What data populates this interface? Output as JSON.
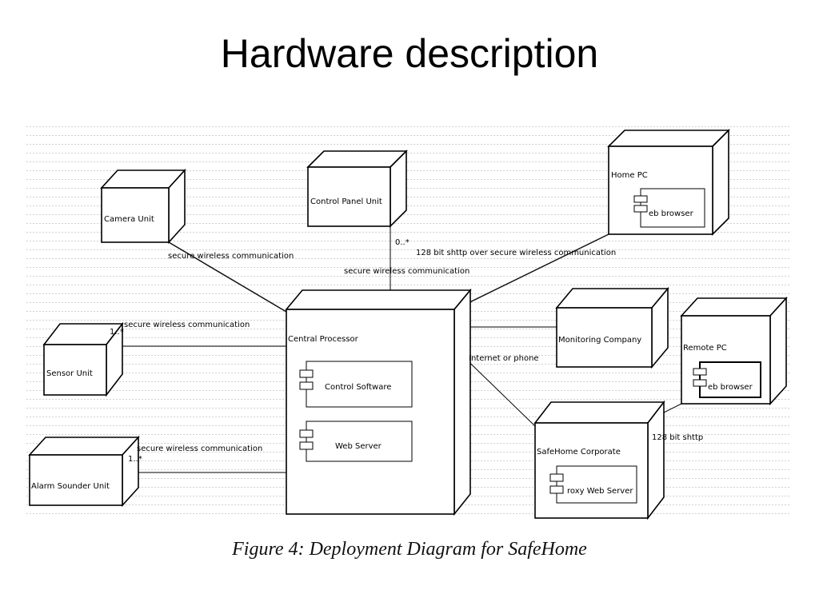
{
  "title": "Hardware description",
  "caption": "Figure 4: Deployment Diagram for SafeHome",
  "nodes": {
    "camera": "Camera Unit",
    "control_panel": "Control Panel Unit",
    "home_pc": "Home PC",
    "central": "Central Processor",
    "sensor": "Sensor Unit",
    "alarm": "Alarm Sounder Unit",
    "monitoring": "Monitoring Company",
    "remote_pc": "Remote PC",
    "corporate": "SafeHome Corporate"
  },
  "components": {
    "home_browser": "eb browser",
    "control_software": "Control Software",
    "web_server": "Web Server",
    "remote_browser": "eb browser",
    "proxy_server": "roxy Web Server"
  },
  "links": {
    "camera": "secure wireless communication",
    "control_panel": "secure wireless communication",
    "home_pc": "128 bit shttp  over secure wireless communication",
    "sensor": "secure wireless communication",
    "alarm": "secure wireless communication",
    "monitoring": "Internet or phone",
    "remote_pc": "128 bit shttp"
  },
  "multiplicities": {
    "control_panel": "0..*",
    "sensor": "1..*",
    "alarm": "1..*"
  }
}
